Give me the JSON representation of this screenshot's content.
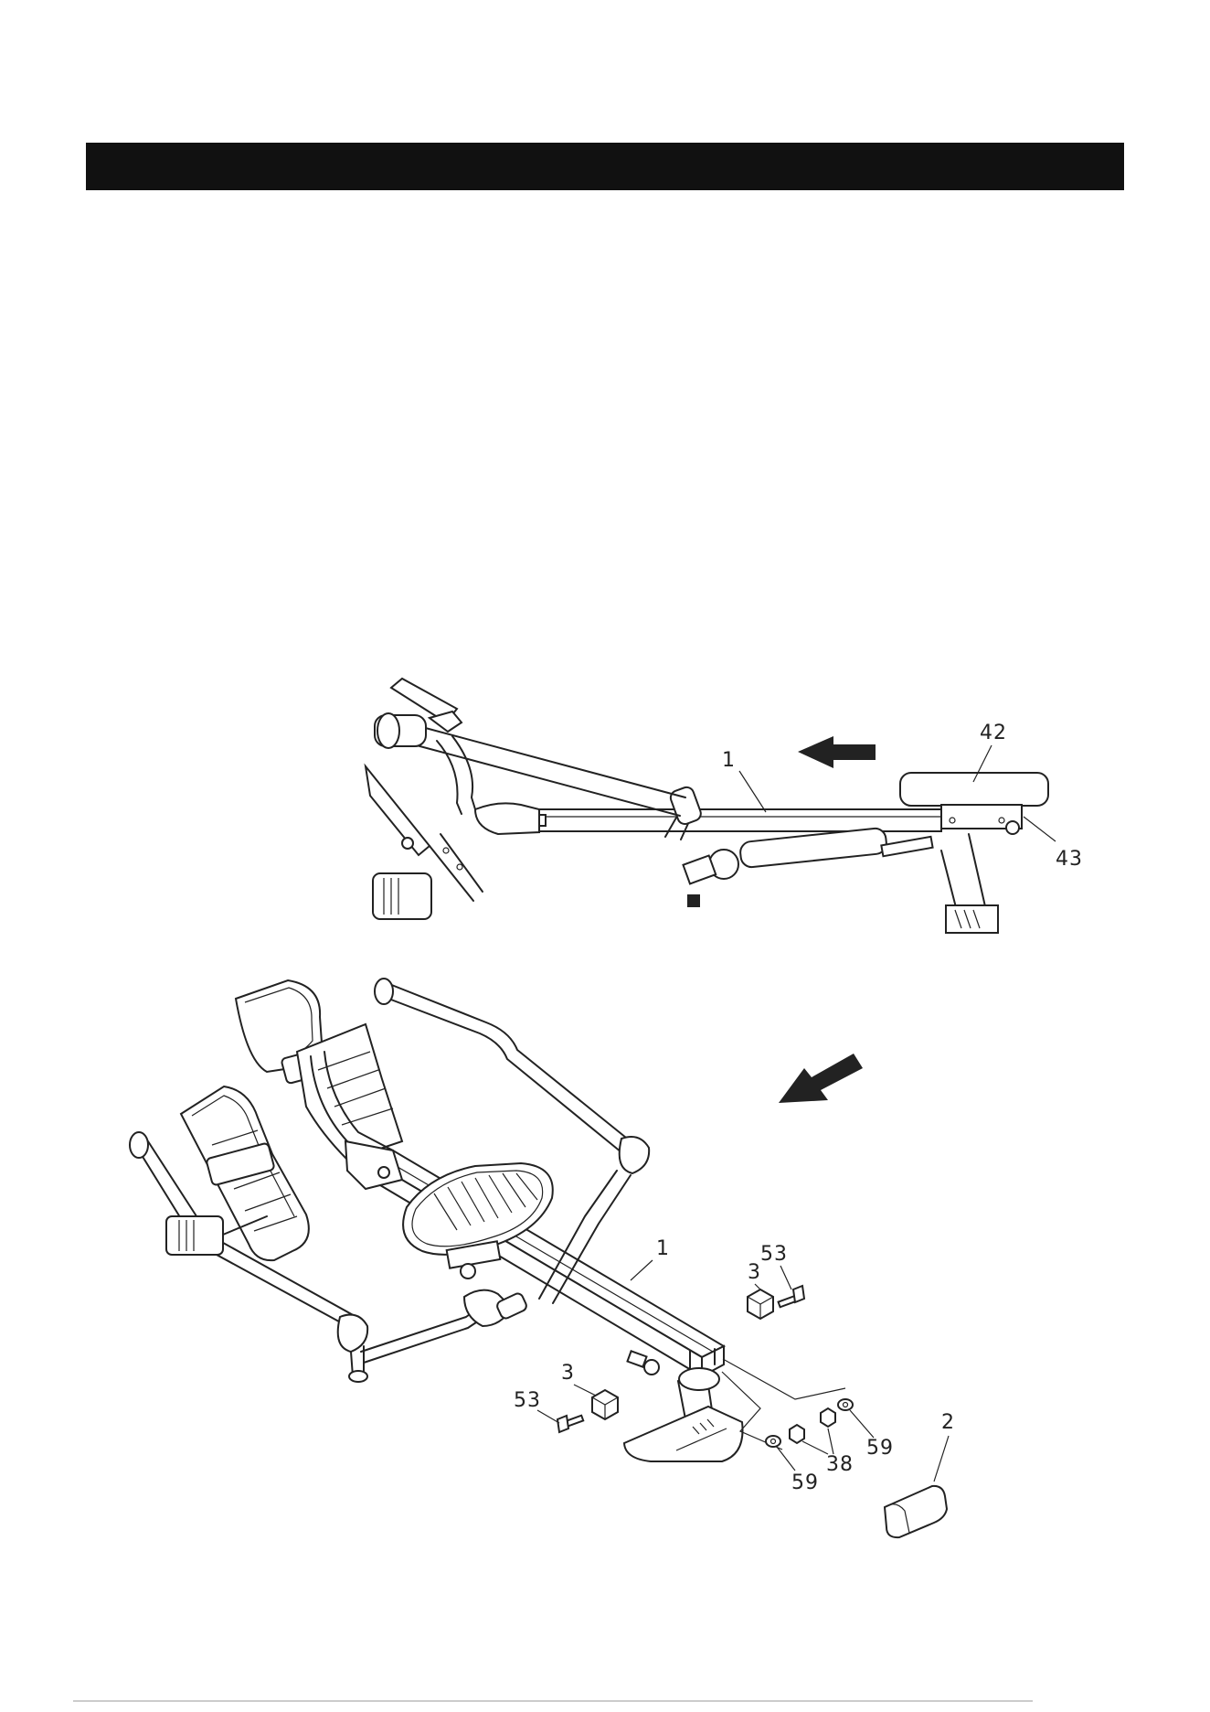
{
  "header": {
    "title": ""
  },
  "side_view": {
    "callouts": {
      "frame": "1",
      "seat": "42",
      "seat_roller": "43"
    }
  },
  "iso_view": {
    "callouts": {
      "frame": "1",
      "end_cap": "2",
      "cap_a": "3",
      "cap_b": "3",
      "bolt_a": "53",
      "bolt_b": "53",
      "washer_a": "59",
      "washer_b": "59",
      "nut": "38"
    }
  }
}
